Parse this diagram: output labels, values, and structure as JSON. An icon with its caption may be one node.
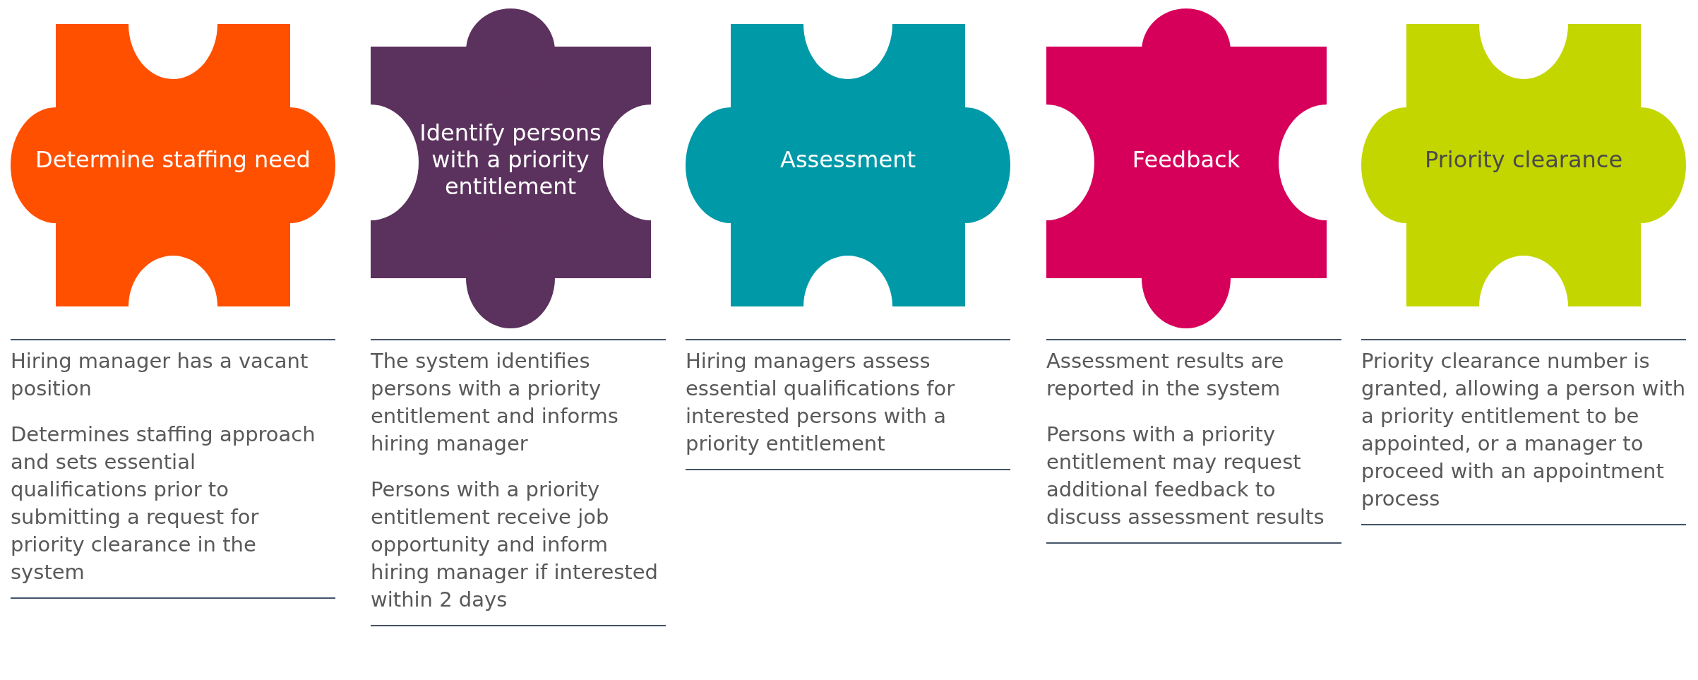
{
  "diagram": {
    "nodes": [
      {
        "text": [
          "Determine staffing need"
        ],
        "beside": [
          "Hiring manager has a vacant position",
          "Determines staffing approach and sets essential qualifications prior to submitting a request for priority clearance in the system"
        ]
      },
      {
        "text": [
          "Identify persons with a priority entitlement"
        ],
        "beside": [
          "The system identifies persons with a priority entitlement and informs hiring manager",
          "Persons with a priority entitlement receive job opportunity and inform hiring manager if interested within 2 days"
        ]
      },
      {
        "text": [
          "Assessment"
        ],
        "beside": [
          "Hiring managers assess essential qualifications for interested persons with a priority entitlement"
        ]
      },
      {
        "text": [
          "Feedback"
        ],
        "beside": [
          "Assessment results are reported in the system",
          "Persons with a priority entitlement may request additional feedback to discuss assessment results"
        ]
      },
      {
        "text": [
          "Priority clearance"
        ],
        "beside": [
          "Priority clearance number is granted, allowing a person with a priority entitlement to be appointed, or a manager to proceed with an appointment process"
        ]
      }
    ]
  }
}
